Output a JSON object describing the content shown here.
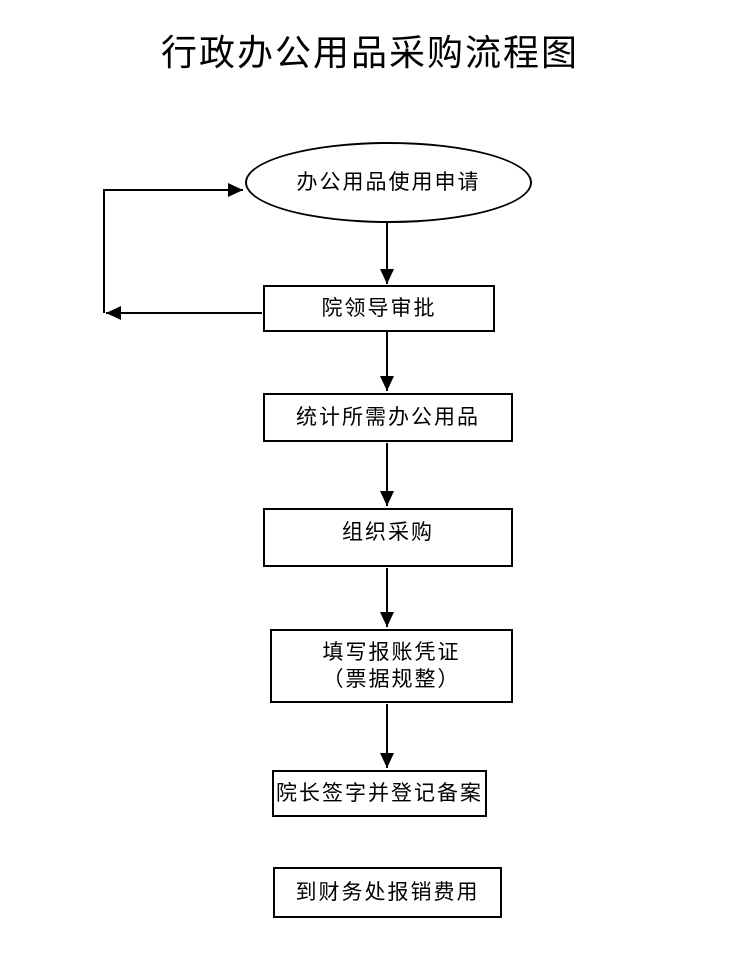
{
  "title": "行政办公用品采购流程图",
  "nodes": {
    "start": {
      "label": "办公用品使用申请"
    },
    "approve": {
      "label": "院领导审批"
    },
    "count": {
      "label": "统计所需办公用品"
    },
    "purchase": {
      "label": "组织采购"
    },
    "voucher": {
      "line1": "填写报账凭证",
      "line2": "（票据规整）"
    },
    "sign": {
      "label": "院长签字并登记备案"
    },
    "reimburse": {
      "label": "到财务处报销费用"
    }
  },
  "colors": {
    "line": "#000000",
    "background": "#ffffff"
  }
}
